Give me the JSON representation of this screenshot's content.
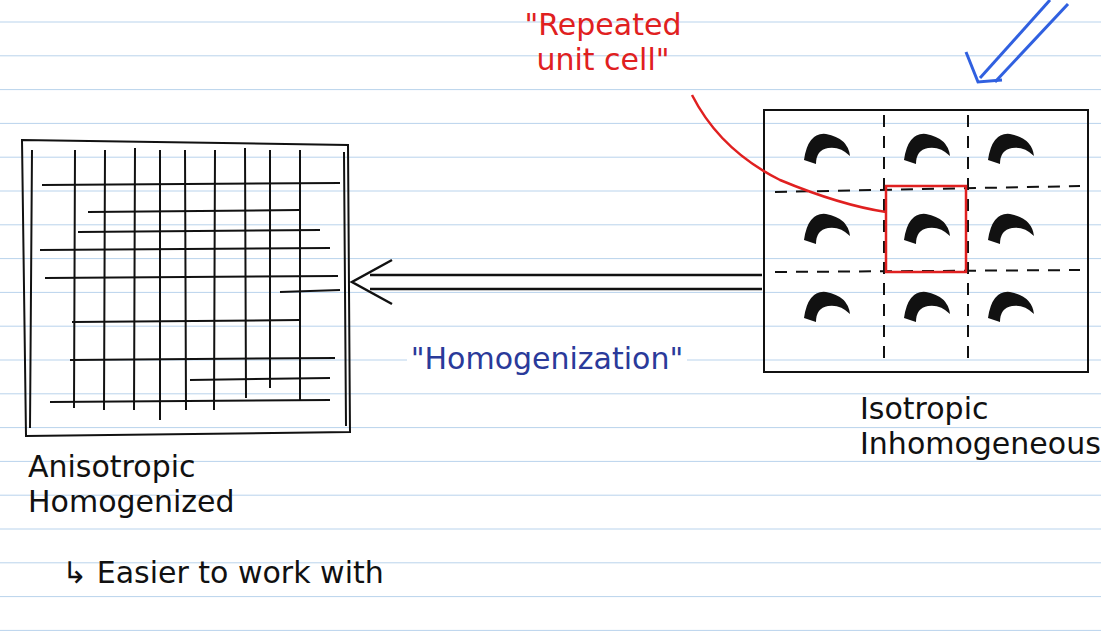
{
  "diagram": {
    "nodes": [
      {
        "text": [
          "Anisotropic Homogenized"
        ]
      },
      {
        "text": [
          "Isotropic Inhomogeneous"
        ]
      }
    ],
    "edges": [
      {
        "from": 1,
        "to": 0,
        "arrow": "to",
        "label": "\"Homogenization\""
      }
    ],
    "labels": [
      "\"Repeated unit cell\"",
      "↳ Easier to work with"
    ]
  }
}
